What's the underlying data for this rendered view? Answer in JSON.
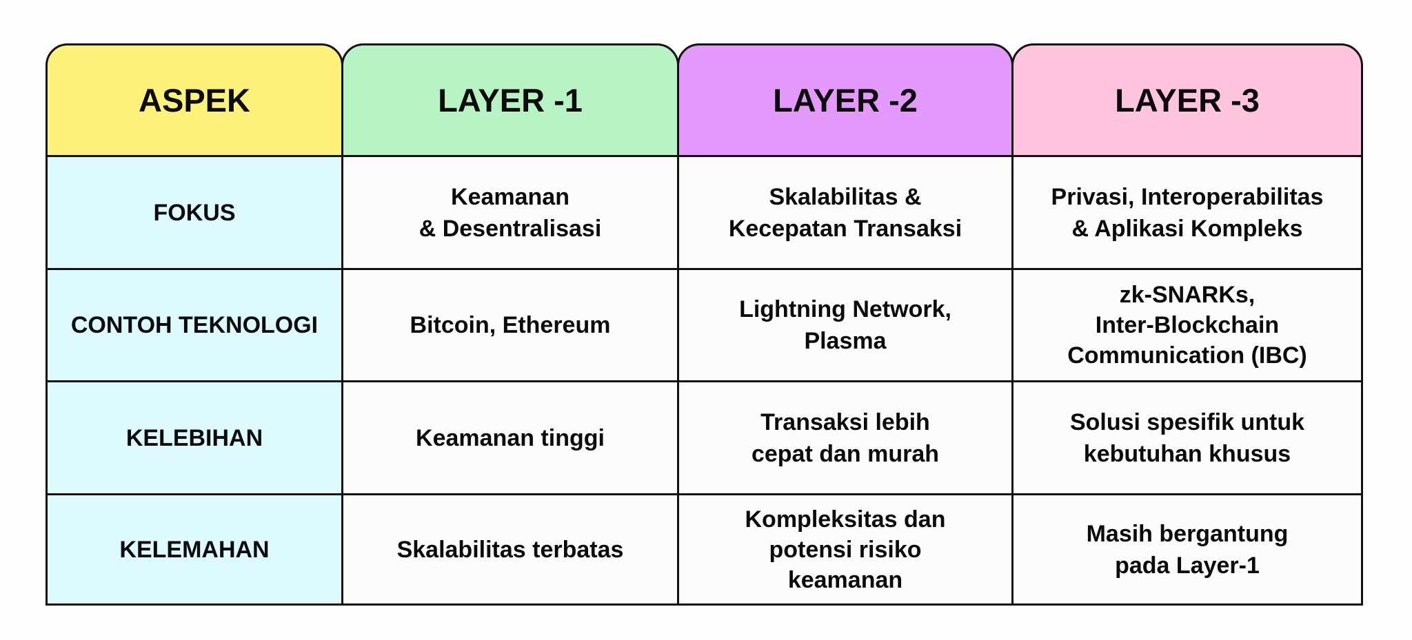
{
  "colors": {
    "header_aspek": "#fff27b",
    "header_layer1": "#b8f3c3",
    "header_layer2": "#e49afd",
    "header_layer3": "#ffc4de",
    "aspect_column": "#dcfaff",
    "cell_background": "#fcfcfc",
    "border": "#111111"
  },
  "table": {
    "headers": [
      "ASPEK",
      "LAYER -1",
      "LAYER -2",
      "LAYER -3"
    ],
    "rows": [
      {
        "aspect": "FOKUS",
        "layer1": "Keamanan\n& Desentralisasi",
        "layer2": "Skalabilitas &\nKecepatan Transaksi",
        "layer3": "Privasi, Interoperabilitas\n& Aplikasi Kompleks"
      },
      {
        "aspect": "CONTOH TEKNOLOGI",
        "layer1": "Bitcoin, Ethereum",
        "layer2": "Lightning Network,\nPlasma",
        "layer3": "zk-SNARKs,\nInter-Blockchain\nCommunication (IBC)"
      },
      {
        "aspect": "KELEBIHAN",
        "layer1": "Keamanan tinggi",
        "layer2": "Transaksi lebih\ncepat dan murah",
        "layer3": "Solusi spesifik untuk\nkebutuhan khusus"
      },
      {
        "aspect": "KELEMAHAN",
        "layer1": "Skalabilitas terbatas",
        "layer2": "Kompleksitas dan\npotensi risiko\nkeamanan",
        "layer3": "Masih bergantung\npada Layer-1"
      }
    ]
  }
}
